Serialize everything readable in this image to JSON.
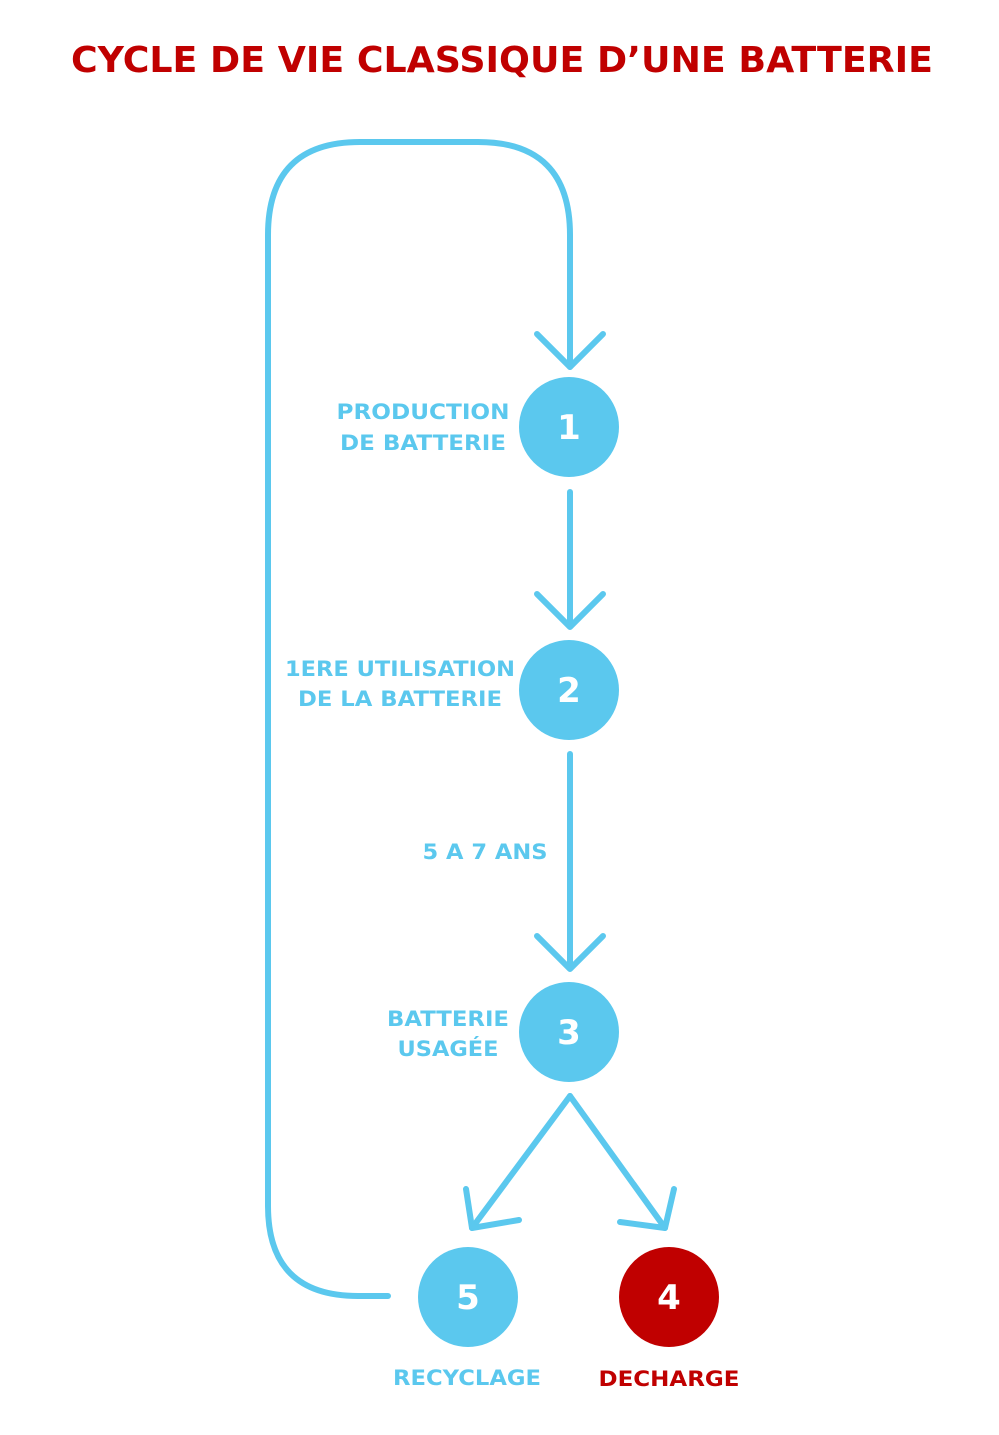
{
  "title": "CYCLE DE VIE CLASSIQUE D’UNE BATTERIE",
  "colors": {
    "blue": "#5bc8ee",
    "red": "#c00000",
    "white": "#ffffff"
  },
  "nodes": {
    "n1": {
      "number": "1",
      "label_line1": "PRODUCTION",
      "label_line2": "DE BATTERIE"
    },
    "n2": {
      "number": "2",
      "label_line1": "1ERE UTILISATION",
      "label_line2": "DE LA BATTERIE"
    },
    "n3": {
      "number": "3",
      "label_line1": "BATTERIE",
      "label_line2": "USAGÉE"
    },
    "n4": {
      "number": "4",
      "label": "DECHARGE"
    },
    "n5": {
      "number": "5",
      "label": "RECYCLAGE"
    }
  },
  "edges": {
    "duration_label": "5 A 7 ANS"
  }
}
